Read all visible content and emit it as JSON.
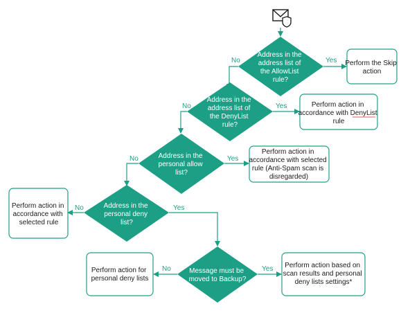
{
  "colors": {
    "accent": "#1d9f86",
    "text": "#1a1a1a",
    "spellcheck": "#d32f2f"
  },
  "icon": "mail-shield-icon",
  "decisions": [
    {
      "id": "allowlist-rule",
      "lines": [
        "Address in the",
        "address list of",
        "the AllowList",
        "rule?"
      ]
    },
    {
      "id": "denylist-rule",
      "lines": [
        "Address in the",
        "address list of",
        "the DenyList",
        "rule?"
      ]
    },
    {
      "id": "personal-allow",
      "lines": [
        "Address in the",
        "personal allow",
        "list?"
      ]
    },
    {
      "id": "personal-deny",
      "lines": [
        "Address in the",
        "personal deny",
        "list?"
      ]
    },
    {
      "id": "backup",
      "lines": [
        "Message must be",
        "moved to Backup?"
      ]
    }
  ],
  "actions": [
    {
      "id": "skip",
      "lines": [
        "Perform the Skip",
        "action"
      ]
    },
    {
      "id": "denylist",
      "lines": [
        "Perform action in",
        "accordance with DenyList",
        "rule"
      ]
    },
    {
      "id": "selected-rule-antispam",
      "lines": [
        "Perform action in",
        "accordance with selected",
        "rule (Anti-Spam scan is",
        "disregarded)"
      ]
    },
    {
      "id": "selected-rule",
      "lines": [
        "Perform action in",
        "accordance with",
        "selected rule"
      ]
    },
    {
      "id": "personal-deny-lists",
      "lines": [
        "Perform action for",
        "personal deny lists"
      ]
    },
    {
      "id": "scan-results",
      "lines": [
        "Perform action based on",
        "scan results and personal",
        "deny lists settings*"
      ]
    }
  ],
  "labels": {
    "yes": "Yes",
    "no": "No"
  }
}
